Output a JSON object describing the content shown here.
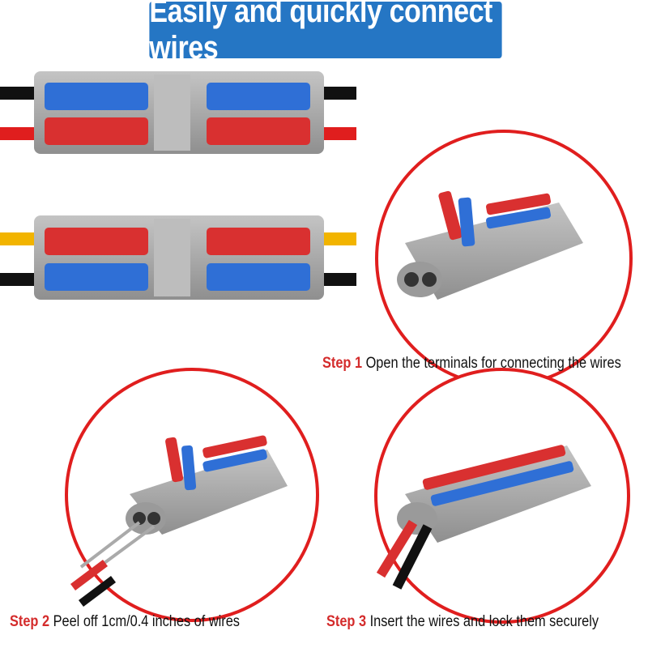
{
  "title": "Easily and quickly connect wires",
  "steps": [
    {
      "label": "Step 1",
      "text": "Open the terminals for connecting the wires"
    },
    {
      "label": "Step 2",
      "text": "Peel off 1cm/0.4 inches of wires"
    },
    {
      "label": "Step 3",
      "text": "Insert the wires and lock them securely"
    }
  ],
  "colors": {
    "banner": "#2576c4",
    "accent": "#d42b2b",
    "lever_blue": "#2f6fd6",
    "lever_red": "#d93030",
    "body_grey": "#a8a8a8"
  }
}
